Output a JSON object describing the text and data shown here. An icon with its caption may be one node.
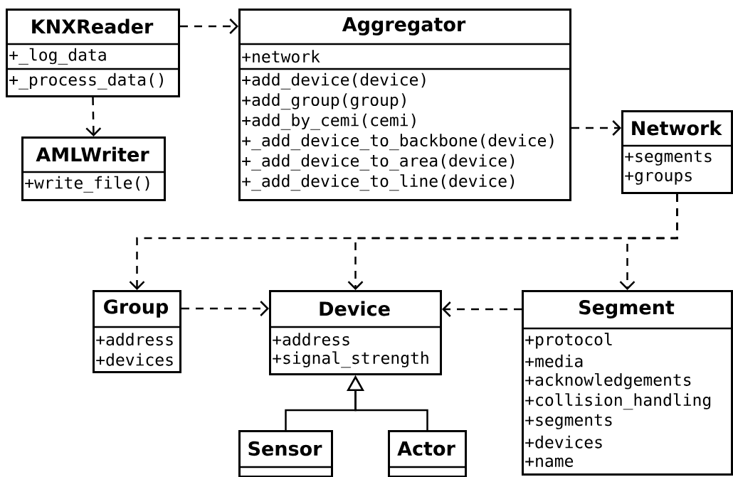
{
  "diagram": {
    "nodes": [
      {
        "text": [
          "KNXReader",
          "+_log_data",
          "+_process_data()"
        ]
      },
      {
        "text": [
          "AMLWriter",
          "+write_file()"
        ]
      },
      {
        "text": [
          "Aggregator",
          "+network",
          "+add_device(device)",
          "+add_group(group)",
          "+add_by_cemi(cemi)",
          "+_add_device_to_backbone(device)",
          "+_add_device_to_area(device)",
          "+_add_device_to_line(device)"
        ]
      },
      {
        "text": [
          "Network",
          "+segments",
          "+groups"
        ]
      },
      {
        "text": [
          "Group",
          "+address",
          "+devices"
        ]
      },
      {
        "text": [
          "Device",
          "+address",
          "+signal_strength"
        ]
      },
      {
        "text": [
          "Segment",
          "+protocol",
          "+media",
          "+acknowledgements",
          "+collision_handling",
          "+segments",
          "+devices",
          "+name"
        ]
      },
      {
        "text": [
          "Sensor"
        ]
      },
      {
        "text": [
          "Actor"
        ]
      }
    ],
    "edges": [
      {
        "from": 0,
        "to": 2,
        "arrow": "to",
        "style": "dashed"
      },
      {
        "from": 0,
        "to": 1,
        "arrow": "to",
        "style": "dashed"
      },
      {
        "from": 2,
        "to": 3,
        "arrow": "to",
        "style": "dashed"
      },
      {
        "from": 3,
        "to": 4,
        "arrow": "to",
        "style": "dashed"
      },
      {
        "from": 3,
        "to": 5,
        "arrow": "to",
        "style": "dashed"
      },
      {
        "from": 3,
        "to": 6,
        "arrow": "to",
        "style": "dashed"
      },
      {
        "from": 4,
        "to": 5,
        "arrow": "to",
        "style": "dashed"
      },
      {
        "from": 6,
        "to": 5,
        "arrow": "to",
        "style": "dashed"
      },
      {
        "from": 7,
        "to": 5,
        "arrow": "to"
      },
      {
        "from": 8,
        "to": 5,
        "arrow": "to"
      }
    ]
  }
}
